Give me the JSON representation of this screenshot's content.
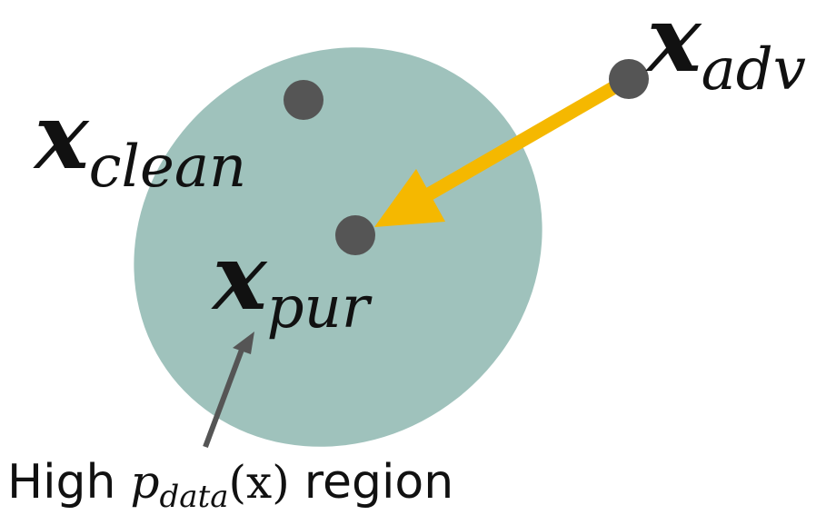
{
  "colors": {
    "region_fill": "#9fc2bc",
    "point_fill": "#555555",
    "purification_arrow": "#f5b800",
    "pointer_arrow": "#555555",
    "text": "#111111"
  },
  "labels": {
    "x_adv": {
      "base": "x",
      "sub": "adv"
    },
    "x_clean": {
      "base": "x",
      "sub": "clean"
    },
    "x_pur": {
      "base": "x",
      "sub": "pur"
    }
  },
  "caption": {
    "word_before": "High",
    "math_base": "p",
    "math_sub": "data",
    "math_arg": "(x)",
    "word_after": "region"
  }
}
